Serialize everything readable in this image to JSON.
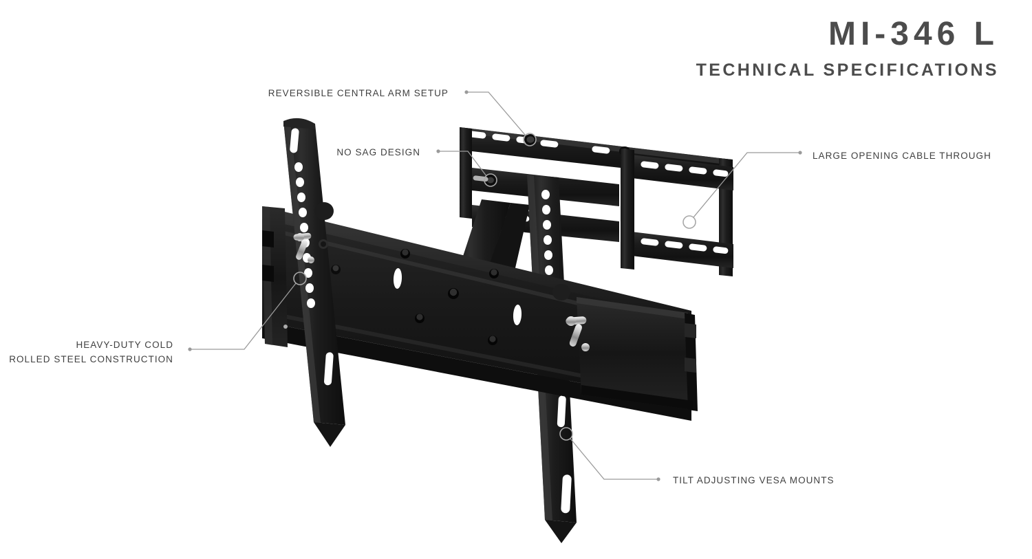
{
  "header": {
    "product_title": "MI-346 L",
    "subtitle": "TECHNICAL SPECIFICATIONS"
  },
  "theme": {
    "background": "#ffffff",
    "title_color": "#4c4c4c",
    "label_color": "#3f3f3f",
    "leader_color": "#9a9a9a",
    "product_black": "#191919",
    "chrome": "#c9c9c9"
  },
  "callouts": [
    {
      "id": "reversible-central-arm-setup",
      "lines": [
        "REVERSIBLE CENTRAL ARM SETUP"
      ],
      "align": "right"
    },
    {
      "id": "no-sag-design",
      "lines": [
        "NO SAG DESIGN"
      ],
      "align": "right"
    },
    {
      "id": "large-opening-cable-through",
      "lines": [
        "LARGE OPENING CABLE THROUGH"
      ],
      "align": "left"
    },
    {
      "id": "heavy-duty-cold-rolled-steel-construction",
      "lines": [
        "HEAVY-DUTY COLD",
        "ROLLED STEEL CONSTRUCTION"
      ],
      "align": "right"
    },
    {
      "id": "tilt-adjusting-vesa-mounts",
      "lines": [
        "TILT ADJUSTING VESA MOUNTS"
      ],
      "align": "left"
    }
  ],
  "product": {
    "name": "full-motion-tv-wall-mount",
    "description": "Articulating heavy-duty black steel TV wall mount shown in three-quarter view"
  }
}
